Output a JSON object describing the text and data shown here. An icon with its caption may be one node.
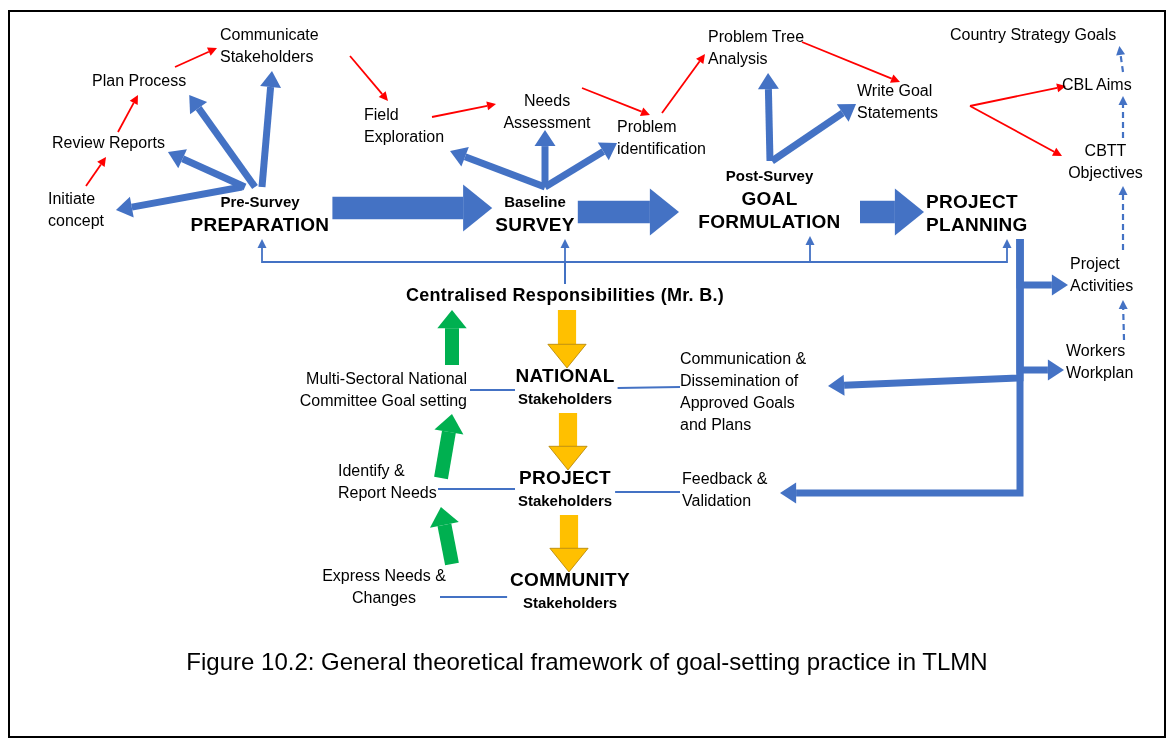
{
  "diagram": {
    "caption": "Figure 10.2: General theoretical framework of goal-setting practice in TLMN",
    "nodes": [
      {
        "text": [
          "Initiate concept"
        ]
      },
      {
        "text": [
          "Review Reports"
        ]
      },
      {
        "text": [
          "Plan Process"
        ]
      },
      {
        "text": [
          "Communicate Stakeholders"
        ]
      },
      {
        "text": [
          "Pre-Survey",
          "PREPARATION"
        ]
      },
      {
        "text": [
          "Field Exploration"
        ]
      },
      {
        "text": [
          "Needs Assessment"
        ]
      },
      {
        "text": [
          "Problem identification"
        ]
      },
      {
        "text": [
          "Baseline",
          "SURVEY"
        ]
      },
      {
        "text": [
          "Problem Tree Analysis"
        ]
      },
      {
        "text": [
          "Write Goal Statements"
        ]
      },
      {
        "text": [
          "Post-Survey",
          "GOAL FORMULATION"
        ]
      },
      {
        "text": [
          "PROJECT PLANNING"
        ]
      },
      {
        "text": [
          "Country Strategy Goals"
        ]
      },
      {
        "text": [
          "CBL Aims"
        ]
      },
      {
        "text": [
          "CBTT Objectives"
        ]
      },
      {
        "text": [
          "Centralised Responsibilities (Mr. B.)"
        ]
      },
      {
        "text": [
          "Project Activities"
        ]
      },
      {
        "text": [
          "Workers Workplan"
        ]
      },
      {
        "text": [
          "Multi-Sectoral National Committee Goal setting"
        ]
      },
      {
        "text": [
          "NATIONAL",
          "Stakeholders"
        ]
      },
      {
        "text": [
          "Communication & Dissemination of Approved Goals and Plans"
        ]
      },
      {
        "text": [
          "Identify & Report Needs"
        ]
      },
      {
        "text": [
          "PROJECT",
          "Stakeholders"
        ]
      },
      {
        "text": [
          "Feedback & Validation"
        ]
      },
      {
        "text": [
          "Express Needs & Changes"
        ]
      },
      {
        "text": [
          "COMMUNITY",
          "Stakeholders"
        ]
      }
    ],
    "edges": [
      {
        "from": 0,
        "to": 1,
        "arrow": "to",
        "color": "#ff0000"
      },
      {
        "from": 1,
        "to": 2,
        "arrow": "to",
        "color": "#ff0000"
      },
      {
        "from": 2,
        "to": 3,
        "arrow": "to",
        "color": "#ff0000"
      },
      {
        "from": 3,
        "to": 5,
        "arrow": "to",
        "color": "#ff0000"
      },
      {
        "from": 5,
        "to": 6,
        "arrow": "to",
        "color": "#ff0000"
      },
      {
        "from": 6,
        "to": 7,
        "arrow": "to",
        "color": "#ff0000"
      },
      {
        "from": 7,
        "to": 9,
        "arrow": "to",
        "color": "#ff0000"
      },
      {
        "from": 9,
        "to": 10,
        "arrow": "to",
        "color": "#ff0000"
      },
      {
        "from": 10,
        "to": 14,
        "arrow": "to",
        "color": "#ff0000"
      },
      {
        "from": 10,
        "to": 15,
        "arrow": "to",
        "color": "#ff0000"
      },
      {
        "from": 15,
        "to": 14,
        "arrow": "to",
        "style": "dashed"
      },
      {
        "from": 14,
        "to": 13,
        "arrow": "to",
        "style": "dashed"
      },
      {
        "from": 17,
        "to": 15,
        "arrow": "to",
        "style": "dashed"
      },
      {
        "from": 18,
        "to": 17,
        "arrow": "to",
        "style": "dashed"
      },
      {
        "from": 4,
        "to": 0,
        "arrow": "to",
        "style": "thick"
      },
      {
        "from": 4,
        "to": 1,
        "arrow": "to",
        "style": "thick"
      },
      {
        "from": 4,
        "to": 2,
        "arrow": "to",
        "style": "thick"
      },
      {
        "from": 4,
        "to": 3,
        "arrow": "to",
        "style": "thick"
      },
      {
        "from": 4,
        "to": 8,
        "arrow": "to",
        "style": "thick"
      },
      {
        "from": 8,
        "to": 5,
        "arrow": "to",
        "style": "thick"
      },
      {
        "from": 8,
        "to": 6,
        "arrow": "to",
        "style": "thick"
      },
      {
        "from": 8,
        "to": 7,
        "arrow": "to",
        "style": "thick"
      },
      {
        "from": 8,
        "to": 11,
        "arrow": "to",
        "style": "thick"
      },
      {
        "from": 11,
        "to": 9,
        "arrow": "to",
        "style": "thick"
      },
      {
        "from": 11,
        "to": 10,
        "arrow": "to",
        "style": "thick"
      },
      {
        "from": 11,
        "to": 12,
        "arrow": "to",
        "style": "thick"
      },
      {
        "from": 12,
        "to": 17,
        "arrow": "to",
        "style": "thick"
      },
      {
        "from": 12,
        "to": 18,
        "arrow": "to",
        "style": "thick"
      },
      {
        "from": 12,
        "to": 21,
        "arrow": "to",
        "style": "thick"
      },
      {
        "from": 12,
        "to": 24,
        "arrow": "to",
        "style": "thick"
      },
      {
        "from": 16,
        "to": 4,
        "arrow": "to"
      },
      {
        "from": 16,
        "to": 8,
        "arrow": "to"
      },
      {
        "from": 16,
        "to": 11,
        "arrow": "to"
      },
      {
        "from": 16,
        "to": 12,
        "arrow": "to"
      },
      {
        "from": 19,
        "to": 20,
        "arrow": "none"
      },
      {
        "from": 20,
        "to": 21,
        "arrow": "none"
      },
      {
        "from": 22,
        "to": 23,
        "arrow": "none"
      },
      {
        "from": 23,
        "to": 24,
        "arrow": "none"
      },
      {
        "from": 25,
        "to": 26,
        "arrow": "none"
      },
      {
        "from": 19,
        "to": 16,
        "arrow": "to",
        "style": "thick",
        "color": "#00b050"
      },
      {
        "from": 22,
        "to": 19,
        "arrow": "to",
        "style": "thick",
        "color": "#00b050"
      },
      {
        "from": 25,
        "to": 22,
        "arrow": "to",
        "style": "thick",
        "color": "#00b050"
      },
      {
        "from": 16,
        "to": 20,
        "arrow": "to",
        "style": "thick",
        "color": "#ffc000"
      },
      {
        "from": 20,
        "to": 23,
        "arrow": "to",
        "style": "thick",
        "color": "#ffc000"
      },
      {
        "from": 23,
        "to": 26,
        "arrow": "to",
        "style": "thick",
        "color": "#ffc000"
      }
    ]
  }
}
